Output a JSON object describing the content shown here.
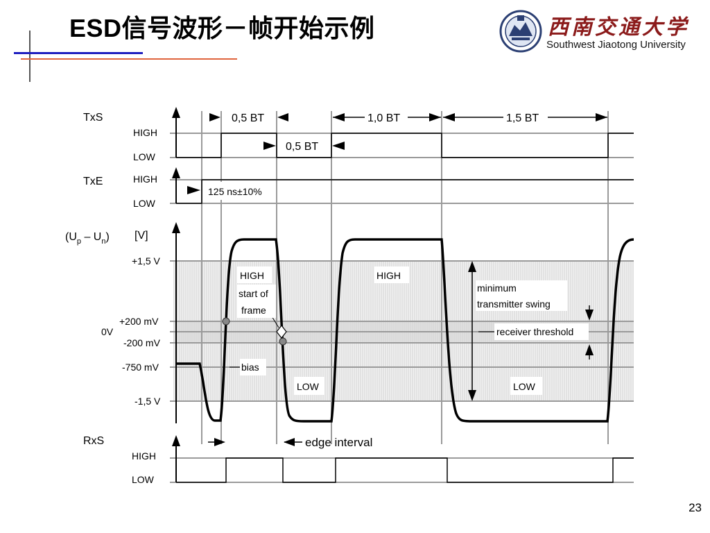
{
  "slide": {
    "title": "ESD信号波形－帧开始示例",
    "page_number": "23"
  },
  "logo": {
    "cn_name": "西南交通大学",
    "en_name": "Southwest Jiaotong University",
    "emblem_icon": "university-emblem-icon"
  },
  "diagram": {
    "signals": {
      "txs": "TxS",
      "txe": "TxE",
      "diff_a": "(U",
      "diff_p": "p",
      "diff_b": " – U",
      "diff_n": "n",
      "diff_c": ")",
      "unit": "[V]",
      "rxs": "RxS"
    },
    "levels": {
      "high": "HIGH",
      "low": "LOW"
    },
    "voltages": {
      "v_pos15": "+1,5 V",
      "v_pos200": "+200 mV",
      "v_zero": "0V",
      "v_neg200": "-200 mV",
      "v_neg750": "-750 mV",
      "v_neg15": "-1,5 V"
    },
    "timing": {
      "bt05_a": "0,5 BT",
      "bt05_b": "0,5 BT",
      "bt10": "1,0 BT",
      "bt15": "1,5 BT",
      "txe_delay": "125 ns±10%",
      "edge_interval": "edge interval"
    },
    "annotations": {
      "high_1": "HIGH",
      "high_2": "HIGH",
      "start_of": "start of",
      "frame": "frame",
      "bias": "bias",
      "low_1": "LOW",
      "low_2": "LOW",
      "minimum": "minimum",
      "transmitter_swing": "transmitter swing",
      "receiver_threshold": "receiver threshold"
    }
  }
}
